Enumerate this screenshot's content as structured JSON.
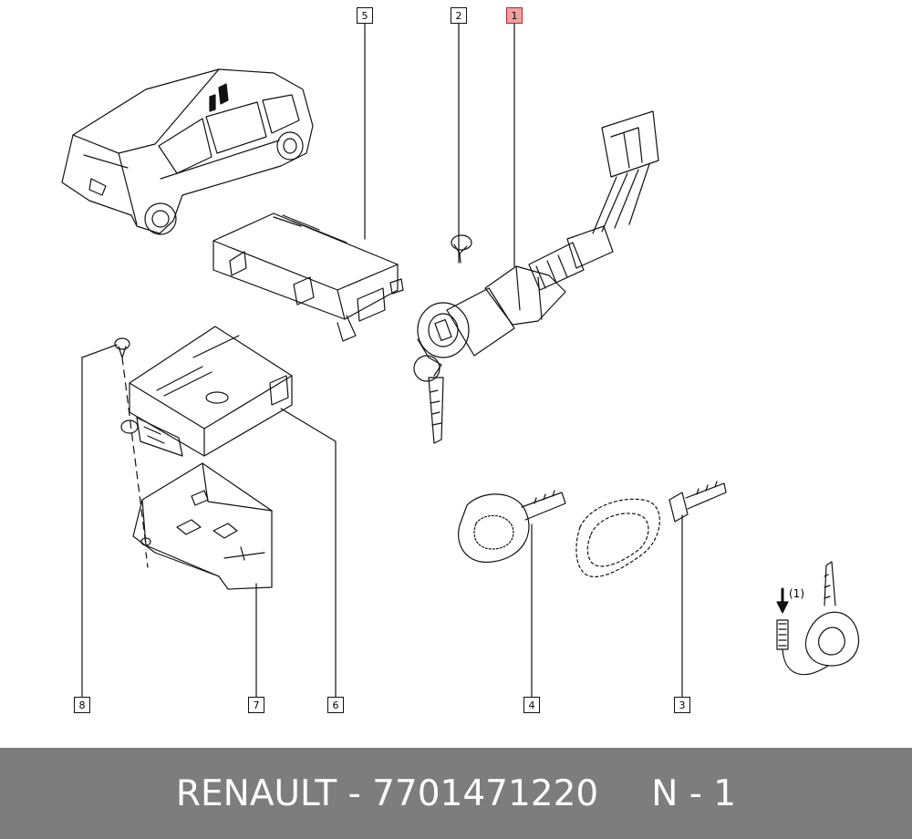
{
  "callouts": [
    {
      "id": "1",
      "highlighted": true
    },
    {
      "id": "2",
      "highlighted": false
    },
    {
      "id": "3",
      "highlighted": false
    },
    {
      "id": "4",
      "highlighted": false
    },
    {
      "id": "5",
      "highlighted": false
    },
    {
      "id": "6",
      "highlighted": false
    },
    {
      "id": "7",
      "highlighted": false
    },
    {
      "id": "8",
      "highlighted": false
    }
  ],
  "note": "(1)",
  "footer": {
    "part": "RENAULT - 7701471220",
    "quantity": "N - 1"
  },
  "colors": {
    "highlight": "#f0a0a0",
    "footer_background": "#7d7d7d",
    "footer_text": "#ffffff",
    "line_art": "#111111"
  },
  "icons": [
    "car-icon",
    "control-unit-icon",
    "screw-icon",
    "ignition-lock-icon",
    "key-icon",
    "transponder-key-icon",
    "bracket-icon",
    "arrow-down-icon"
  ]
}
